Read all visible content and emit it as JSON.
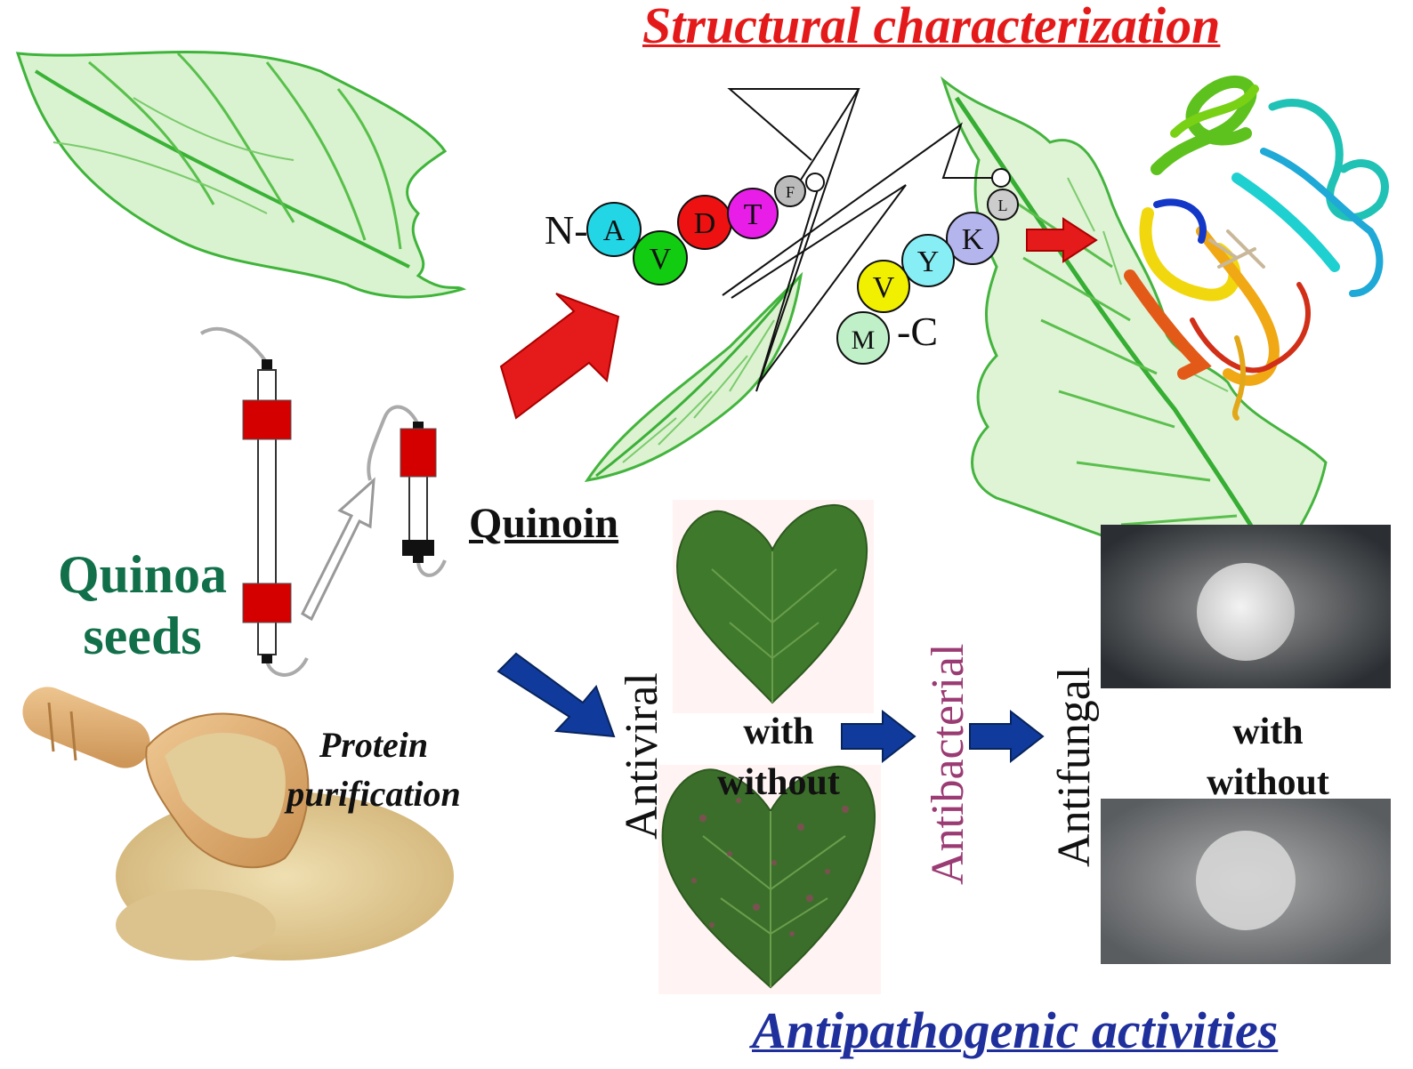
{
  "titles": {
    "structural": "Structural characterization",
    "antipathogenic": "Antipathogenic activities"
  },
  "labels": {
    "quinoa_line1": "Quinoa",
    "quinoa_line2": "seeds",
    "quinoin": "Quinoin",
    "protein_line1": "Protein",
    "protein_line2": "purification",
    "antiviral": "Antiviral",
    "antibacterial": "Antibacterial",
    "antifungal": "Antifungal",
    "with": "with",
    "without": "without"
  },
  "sequence": {
    "n_terminus": "N-",
    "c_terminus": "-C",
    "residues_n": [
      "A",
      "V",
      "D",
      "T",
      "F"
    ],
    "residues_c": [
      "L",
      "K",
      "Y",
      "V",
      "M"
    ]
  },
  "colors": {
    "structural_title": "#e41a1a",
    "antipathogenic_title": "#1f2f9c",
    "quinoa": "#11704a",
    "antibacterial": "#9b3b74",
    "red_arrow": "#e51a1a",
    "blue_arrow": "#103b9c",
    "leaf_green": "#38b436",
    "residue_A": "#22d6e6",
    "residue_V": "#11cc11",
    "residue_D": "#ee1111",
    "residue_T": "#e81ee8",
    "residue_F": "#bbbbbb",
    "residue_L": "#cccccc",
    "residue_K": "#b5b5ee",
    "residue_Y": "#88eef5",
    "residue_V2": "#f0f000",
    "residue_M": "#bff0c8"
  },
  "icons": [
    "leaf-sketch",
    "chromatography-column",
    "wooden-scoop-with-seeds",
    "protein-ribbon-structure",
    "bean-leaf-photo",
    "fungal-culture-photo"
  ]
}
